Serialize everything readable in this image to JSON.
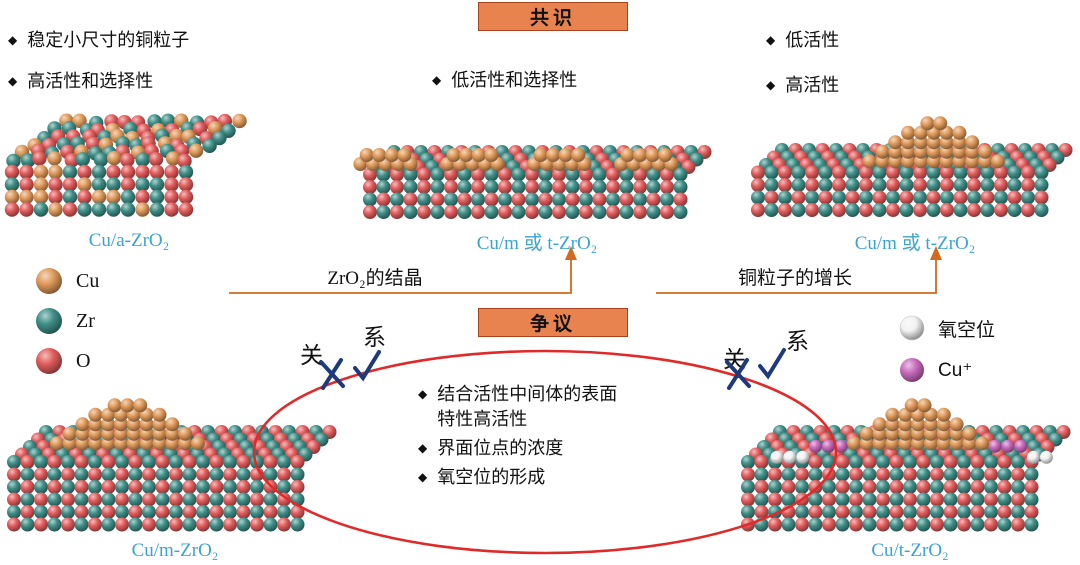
{
  "colors": {
    "cu": "#E09A5B",
    "zr": "#3F8F88",
    "o": "#E25C5C",
    "oxygen_vacancy": "#F2F2F2",
    "cu_plus": "#C96BBE",
    "box_fill": "#E8824E",
    "box_border": "#A8431E",
    "label_blue": "#3BA3D0",
    "arrow_orange": "#D2691E",
    "ellipse_red": "#E02A2A",
    "mark_navy": "#1F3A7A"
  },
  "icons": {
    "bullet": "◆"
  },
  "consensus": {
    "title": "共识",
    "left_bullets": [
      "稳定小尺寸的铜粒子",
      "高活性和选择性"
    ],
    "middle_bullets": [
      "低活性和选择性"
    ],
    "right_bullets": [
      "低活性",
      "高活性"
    ],
    "left_structure_label": "Cu/a-ZrO₂",
    "middle_structure_label": "Cu/m 或 t-ZrO₂",
    "right_structure_label": "Cu/m 或 t-ZrO₂",
    "arrow_left_label": "ZrO₂的结晶",
    "arrow_right_label": "铜粒子的增长"
  },
  "legend": {
    "cu": "Cu",
    "zr": "Zr",
    "o": "O"
  },
  "controversy": {
    "title": "争议",
    "relation_left": {
      "first": "关",
      "second": "系"
    },
    "relation_right": {
      "first": "关",
      "second": "系"
    },
    "bullets": [
      "结合活性中间体的表面特性高活性",
      "界面位点的浓度",
      "氧空位的形成"
    ],
    "left_structure_label": "Cu/m-ZrO₂",
    "right_structure_label": "Cu/t-ZrO₂",
    "legend": [
      {
        "label": "氧空位"
      },
      {
        "label": "Cu⁺"
      }
    ]
  }
}
